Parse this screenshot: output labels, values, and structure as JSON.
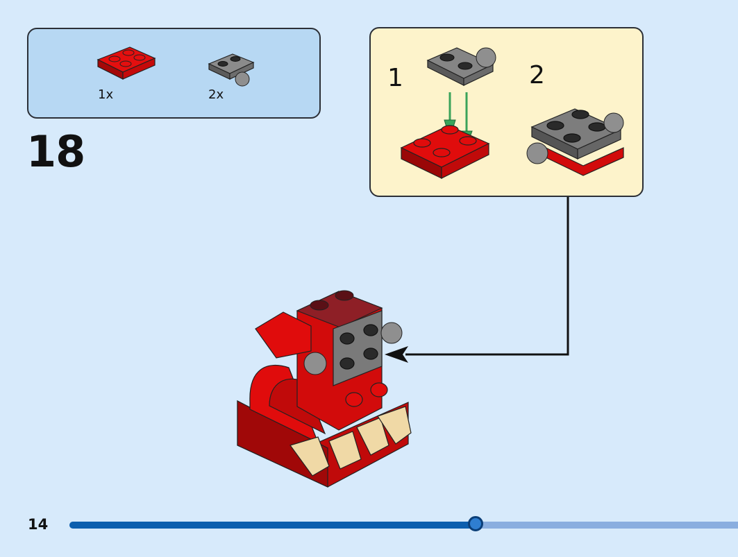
{
  "parts_list": {
    "items": [
      {
        "qty": "1x",
        "part": "red-2x2-plate"
      },
      {
        "qty": "2x",
        "part": "grey-plate-with-ball"
      }
    ]
  },
  "step": {
    "number": "18"
  },
  "substeps": {
    "labels": [
      "1",
      "2"
    ]
  },
  "footer": {
    "page_number": "14",
    "progress_fraction": 0.607
  },
  "colors": {
    "background": "#d7eafb",
    "parts_box": "#b7d8f3",
    "substep_box": "#fdf3cb",
    "brick_red": "#e00c0c",
    "brick_grey": "#7a7a7a",
    "arrow_green": "#3aa35a",
    "progress_fill": "#0d5fae",
    "progress_track": "#8aaedf"
  }
}
